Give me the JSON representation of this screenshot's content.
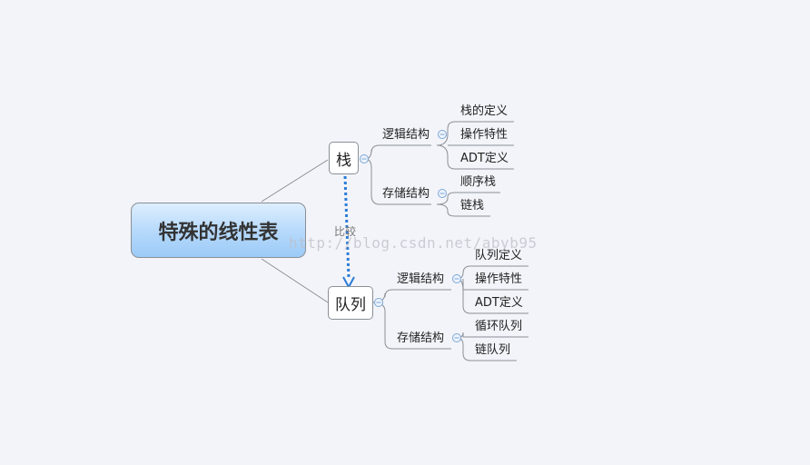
{
  "root": {
    "label": "特殊的线性表"
  },
  "stack": {
    "label": "栈",
    "logic": {
      "label": "逻辑结构",
      "items": [
        "栈的定义",
        "操作特性",
        "ADT定义"
      ]
    },
    "storage": {
      "label": "存储结构",
      "items": [
        "顺序栈",
        "链栈"
      ]
    }
  },
  "queue": {
    "label": "队列",
    "logic": {
      "label": "逻辑结构",
      "items": [
        "队列定义",
        "操作特性",
        "ADT定义"
      ]
    },
    "storage": {
      "label": "存储结构",
      "items": [
        "循环队列",
        "链队列"
      ]
    }
  },
  "relation": {
    "label": "比较"
  },
  "watermark": "http://blog.csdn.net/abyb95",
  "colors": {
    "relation": "#2a7bd6",
    "line": "#8a8f96",
    "collapse": "#7aa7d8"
  }
}
